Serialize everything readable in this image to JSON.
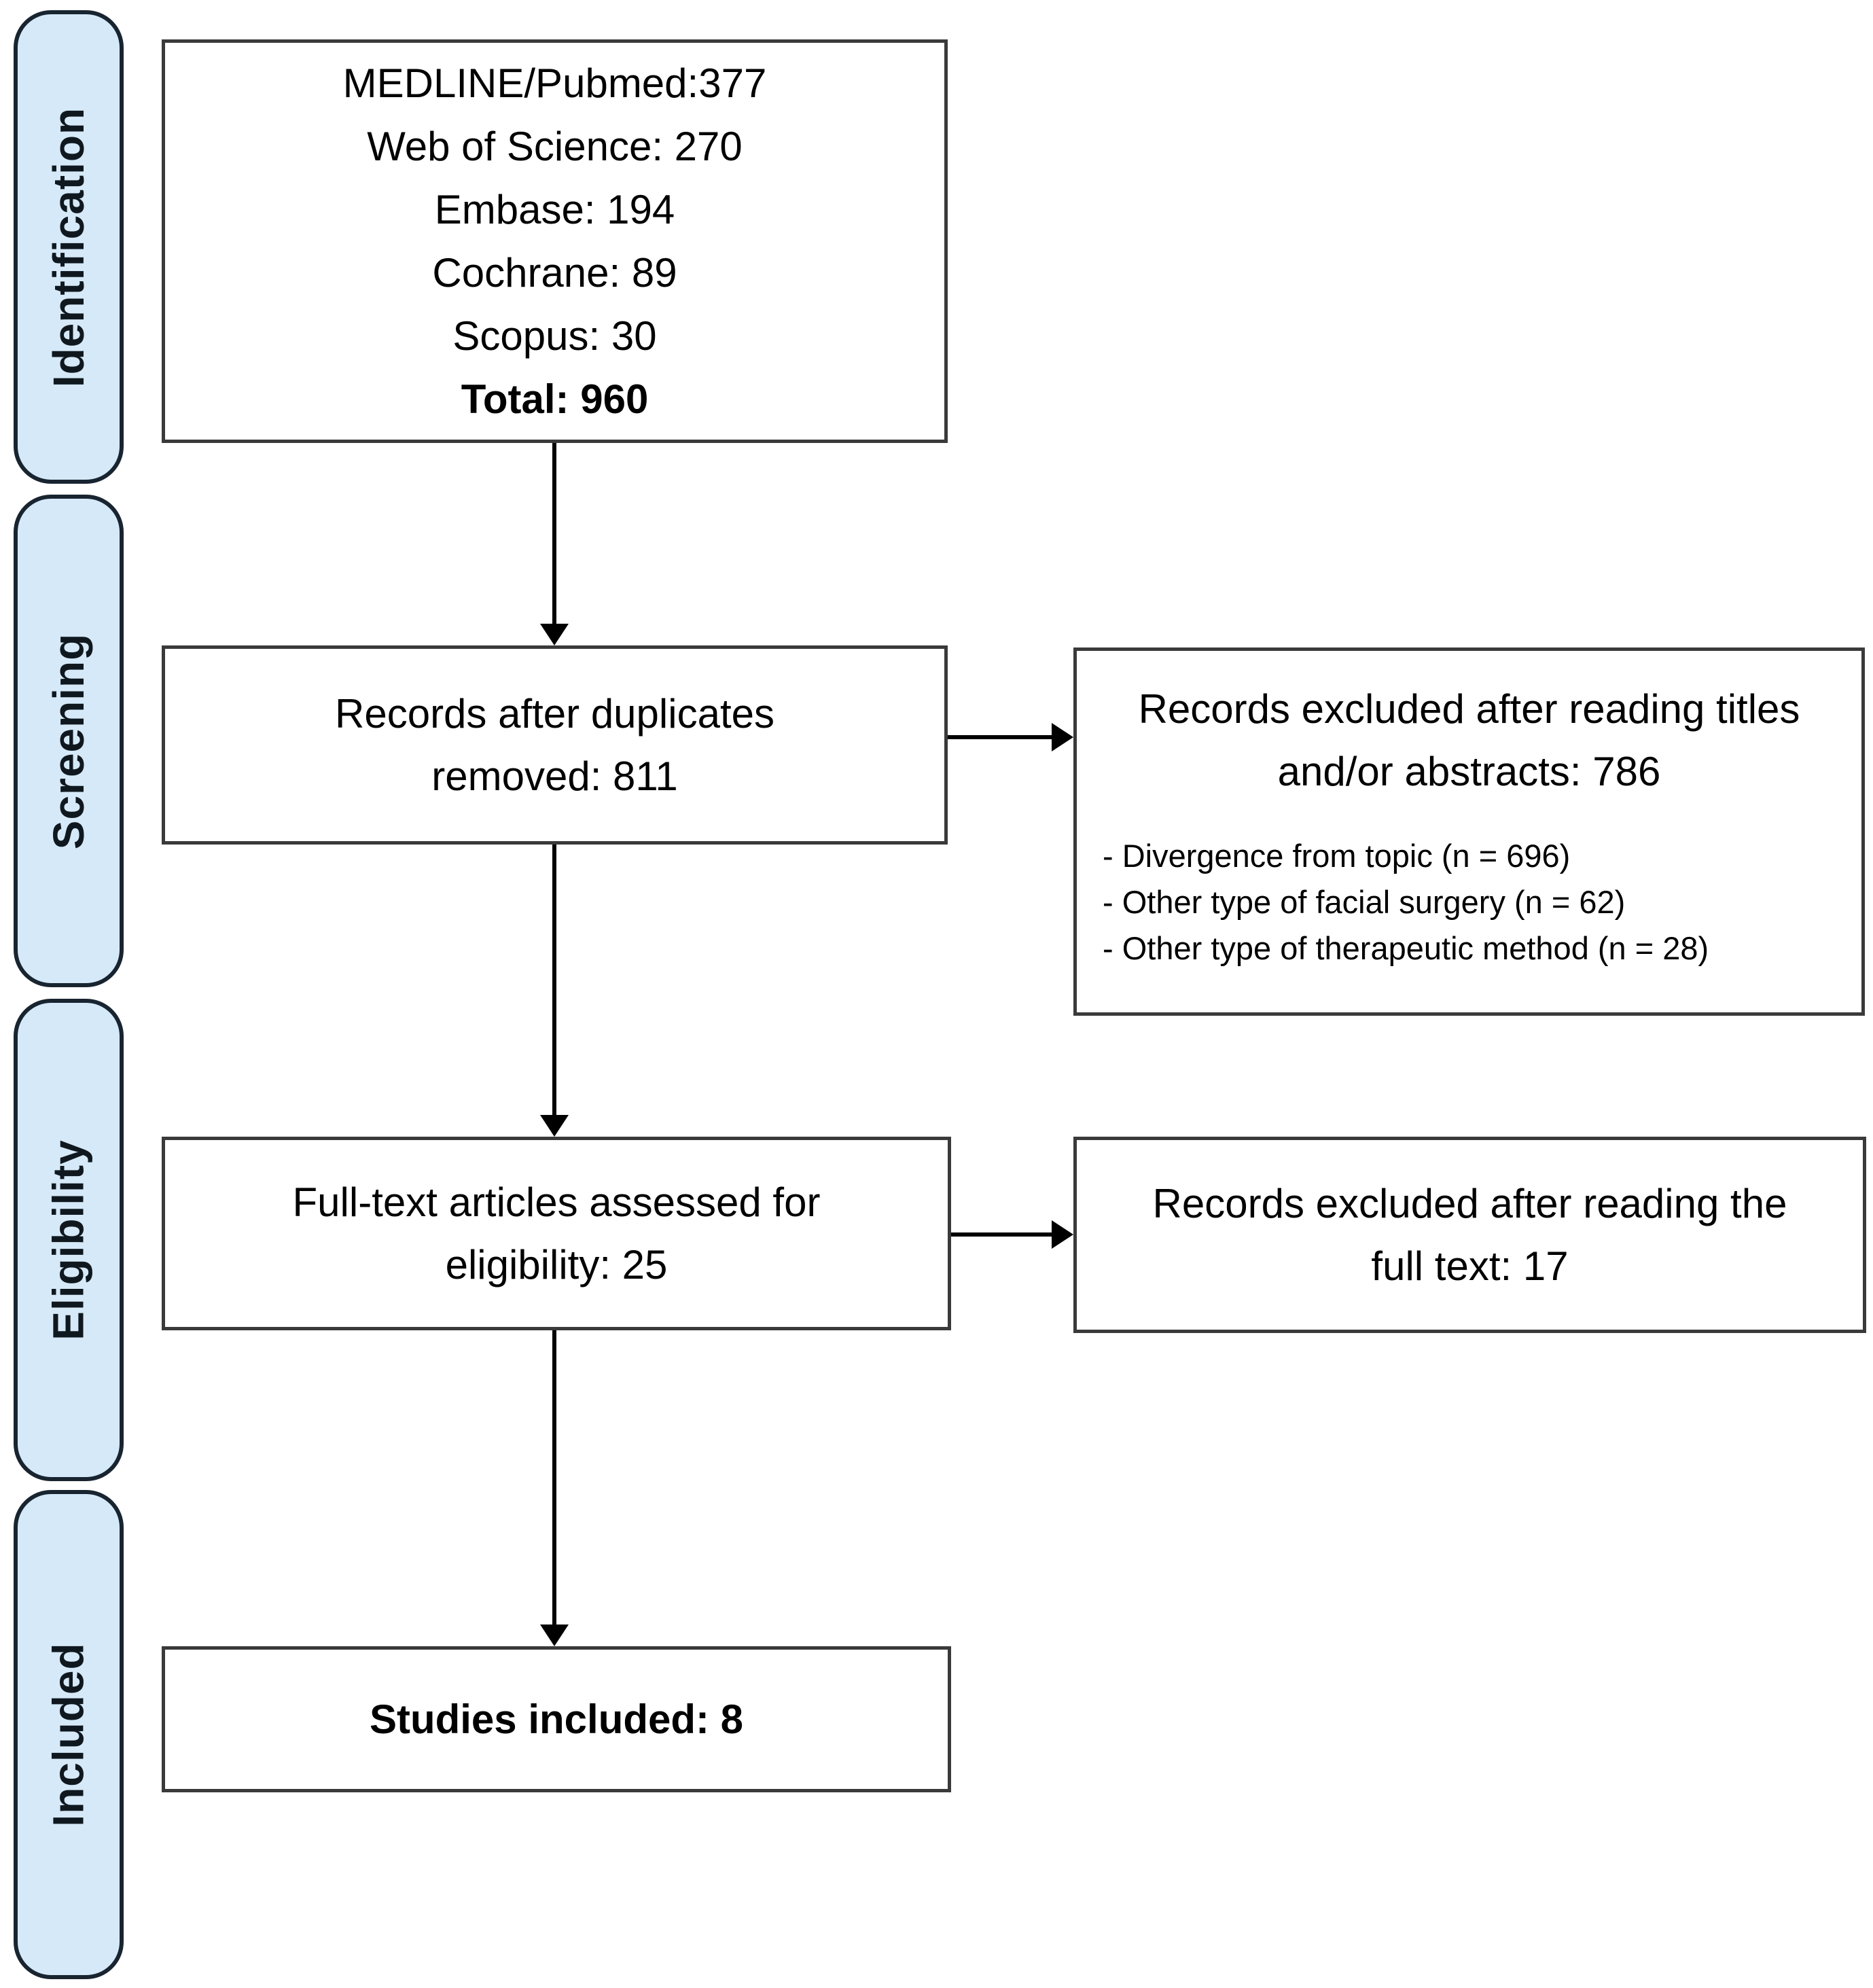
{
  "diagram": {
    "type": "prisma-flow-diagram",
    "colors": {
      "stage_fill": "#d5e9f8",
      "stage_border": "#18242f",
      "box_border": "#3a3a3a",
      "connector": "#000000"
    },
    "stages": {
      "identification": "Identification",
      "screening": "Screening",
      "eligibility": "Eligibility",
      "included": "Included"
    },
    "boxes": {
      "sources": {
        "lines": [
          "MEDLINE/Pubmed:377",
          "Web of Science: 270",
          "Embase: 194",
          "Cochrane: 89",
          "Scopus: 30"
        ],
        "total_line": "Total: 960"
      },
      "duplicates_removed": {
        "text": "Records after duplicates removed: 811"
      },
      "excluded_titles": {
        "title": "Records excluded after reading titles and/or abstracts: 786",
        "reasons": [
          "- Divergence from topic (n = 696)",
          "- Other type of facial surgery (n = 62)",
          "- Other type of therapeutic method (n = 28)"
        ]
      },
      "fulltext_assessed": {
        "text": "Full-text articles assessed for eligibility: 25"
      },
      "excluded_fulltext": {
        "text": "Records excluded after reading the full text: 17"
      },
      "studies_included": {
        "text": "Studies included: 8"
      }
    }
  }
}
